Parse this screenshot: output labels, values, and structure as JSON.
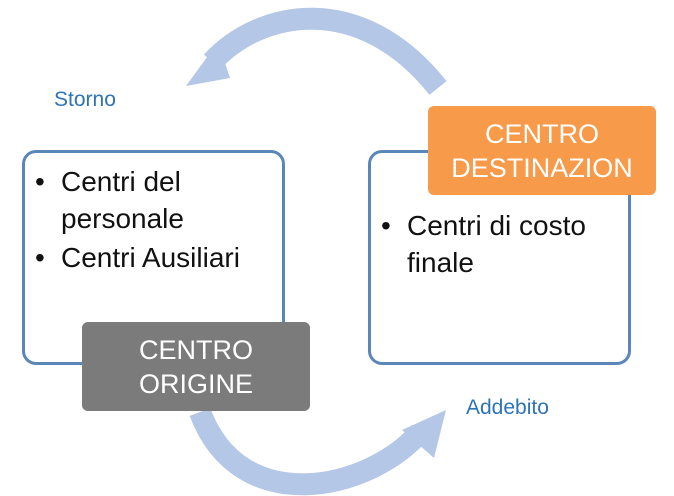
{
  "origin": {
    "title_line1": "CENTRO",
    "title_line2": "ORIGINE",
    "items": [
      "Centri del personale",
      "Centri Ausiliari"
    ],
    "tag_color": "#7b7b7b"
  },
  "destination": {
    "title_line1": "CENTRO",
    "title_line2": "DESTINAZION",
    "items": [
      "Centri di costo finale"
    ],
    "tag_color": "#f79a4a"
  },
  "arrows": {
    "top_label": "Storno",
    "bottom_label": "Addebito",
    "arrow_color": "#b4c7e7",
    "label_color": "#2e74b5"
  },
  "box_border_color": "#5b86b8"
}
